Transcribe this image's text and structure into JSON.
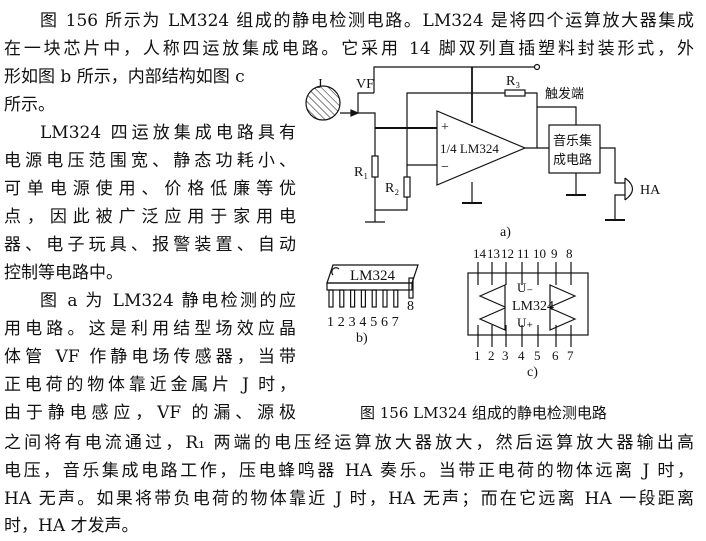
{
  "paragraphs": {
    "lines": [
      "图 156 所示为 LM324 组成的静电检测电路。LM324 是将四个运算放大器集成",
      "在一块芯片中，人称四运放集成电路。它采用 14 脚双列直插塑料封装形式，外",
      "形如图 b 所示，内部结构如图 c",
      "所示。",
      "LM324 四运放集成电路具有",
      "电源电压范围宽、静态功耗小、",
      "可单电源使用、价格低廉等优",
      "点，因此被广泛应用于家用电",
      "器、电子玩具、报警装置、自动",
      "控制等电路中。",
      "图 a 为 LM324 静电检测的应",
      "用电路。这是利用结型场效应晶",
      "体管 VF 作静电场传感器，当带",
      "正电荷的物体靠近金属片 J 时，",
      "由于静电感应，VF 的漏、源极",
      "之间将有电流通过，R₁ 两端的电压经运算放大器放大，然后运算放大器输出高",
      "电压，音乐集成电路工作，压电蜂鸣器 HA 奏乐。当带正电荷的物体远离 J 时，",
      "HA 无声。如果将带负电荷的物体靠近 J 时，HA 无声；而在它远离 HA 一段距离",
      "时，HA 才发声。"
    ]
  },
  "figure": {
    "caption": "图 156   LM324 组成的静电检测电路",
    "a": {
      "label": "a)",
      "metal_plate": "J",
      "fet": "VF",
      "r1": "R₁",
      "r2": "R₂",
      "r3": "R₃",
      "opamp": "1/4 LM324",
      "plus": "+",
      "minus": "−",
      "trigger": "触发端",
      "music_ic_line1": "音乐集",
      "music_ic_line2": "成电路",
      "buzzer": "HA"
    },
    "b": {
      "label": "b)",
      "chip": "LM324",
      "pins": [
        "1",
        "2",
        "3",
        "4",
        "5",
        "6",
        "7",
        "8"
      ]
    },
    "c": {
      "label": "c)",
      "chip": "LM324",
      "vminus": "U₋",
      "vplus": "U₊",
      "top_pins": [
        "14",
        "13",
        "12",
        "11",
        "10",
        "9",
        "8"
      ],
      "bottom_pins": [
        "1",
        "2",
        "3",
        "4",
        "5",
        "6",
        "7"
      ]
    }
  }
}
